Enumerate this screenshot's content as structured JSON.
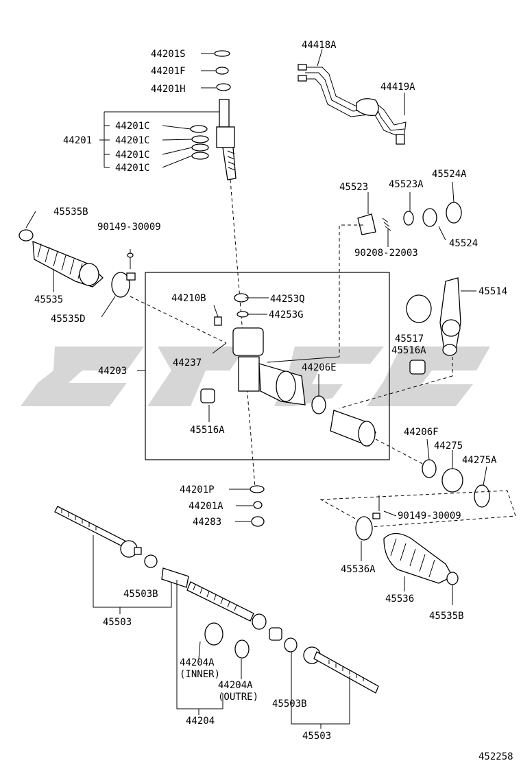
{
  "watermark": "S?S",
  "diagram_id": "452258",
  "parts": {
    "p44201S": "44201S",
    "p44201F": "44201F",
    "p44201H": "44201H",
    "p44201": "44201",
    "p44201C_1": "44201C",
    "p44201C_2": "44201C",
    "p44201C_3": "44201C",
    "p44201C_4": "44201C",
    "p44418A": "44418A",
    "p44419A": "44419A",
    "p45535B_top": "45535B",
    "p90149_top": "90149-30009",
    "p45535": "45535",
    "p45535D": "45535D",
    "p45523": "45523",
    "p45523A": "45523A",
    "p45524A": "45524A",
    "p45524": "45524",
    "p90208": "90208-22003",
    "p44210B": "44210B",
    "p44253Q": "44253Q",
    "p44253G": "44253G",
    "p45514": "45514",
    "p45517": "45517",
    "p45516A_right": "45516A",
    "p44237": "44237",
    "p44203": "44203",
    "p44206E": "44206E",
    "p45516A_left": "45516A",
    "p44206F": "44206F",
    "p44275": "44275",
    "p44275A": "44275A",
    "p44201P": "44201P",
    "p44201A": "44201A",
    "p44283": "44283",
    "p90149_bottom": "90149-30009",
    "p45503B_left": "45503B",
    "p45536A": "45536A",
    "p45536": "45536",
    "p45535B_bottom": "45535B",
    "p45503_left": "45503",
    "p44204A_inner": "44204A",
    "p44204A_inner_note": "(INNER)",
    "p44204A_outer": "44204A",
    "p44204A_outer_note": "(OUTRE)",
    "p45503B_right": "45503B",
    "p44204": "44204",
    "p45503_right": "45503"
  }
}
